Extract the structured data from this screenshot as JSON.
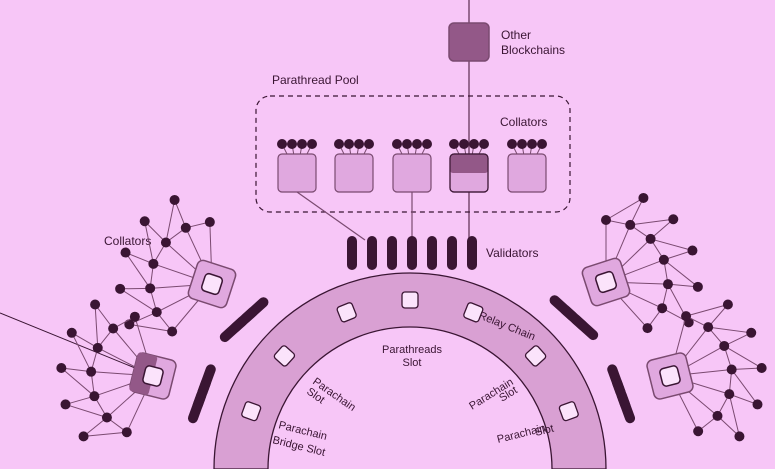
{
  "labels": {
    "other_blockchains_line1": "Other",
    "other_blockchains_line2": "Blockchains",
    "parathread_pool": "Parathread Pool",
    "collators_pool": "Collators",
    "collators_left": "Collators",
    "validators": "Validators",
    "relay_chain": "Relay Chain",
    "parathreads_slot_line1": "Parathreads",
    "parathreads_slot_line2": "Slot",
    "parachain_slot_left_line1": "Parachain",
    "parachain_slot_left_line2": "Slot",
    "parachain_slot_right_line1": "Parachain",
    "parachain_slot_right_line2": "Slot",
    "parachain_bridge_slot_line1": "Parachain",
    "parachain_bridge_slot_line2": "Bridge Slot",
    "parachain_slot_bottom_line1": "Parachain",
    "parachain_slot_bottom_line2": "Slot"
  },
  "colors": {
    "background": "#f7c6f7",
    "ring": "#d9a0d3",
    "dark": "#3a1533",
    "box_light": "#e0a8df",
    "box_dark": "#935888",
    "line": "#7a4a70"
  }
}
